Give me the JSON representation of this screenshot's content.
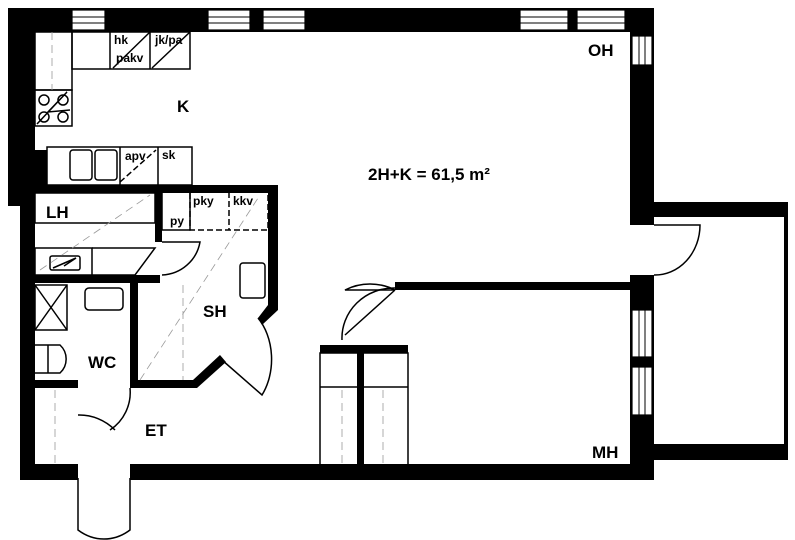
{
  "plan": {
    "title": "2H+K = 61,5 m²",
    "rooms": {
      "oh": "OH",
      "k": "K",
      "lh": "LH",
      "sh": "SH",
      "wc": "WC",
      "et": "ET",
      "mh": "MH"
    },
    "fixtures": {
      "hk": "hk",
      "pakv": "pakv",
      "jkpa": "jk/pa",
      "apv": "apv",
      "sk": "sk",
      "py": "py",
      "pky": "pky",
      "kkv": "kkv"
    },
    "colors": {
      "wall": "#000000",
      "background": "#ffffff"
    }
  }
}
